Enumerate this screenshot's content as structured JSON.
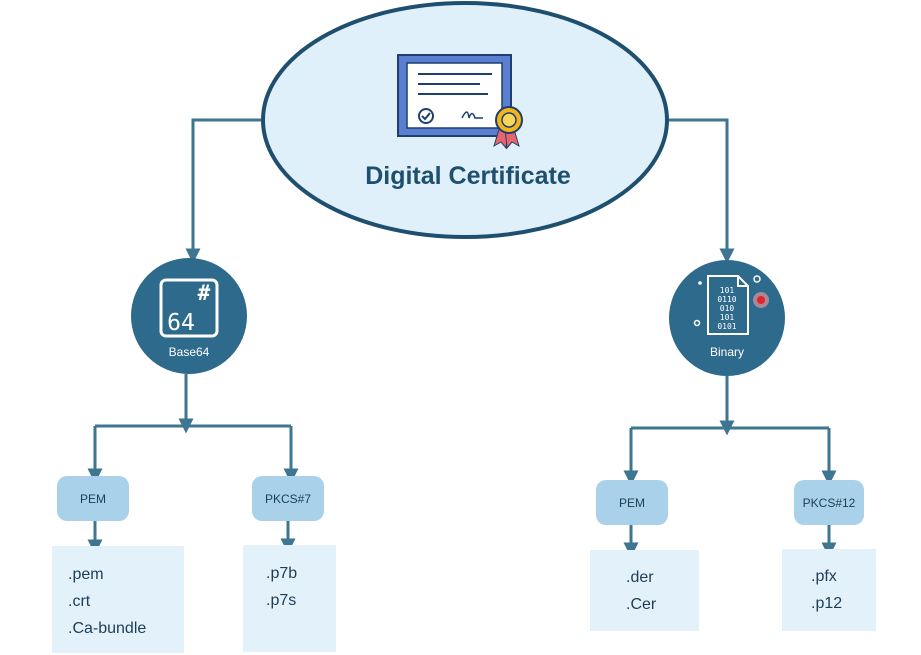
{
  "root": {
    "title": "Digital Certificate"
  },
  "branches": {
    "base64": {
      "label": "Base64",
      "icon_text": "64",
      "icon_hash": "#",
      "formats": [
        {
          "label": "PEM",
          "extensions": [
            ".pem",
            ".crt",
            ".Ca-bundle"
          ]
        },
        {
          "label": "PKCS#7",
          "extensions": [
            ".p7b",
            ".p7s"
          ]
        }
      ]
    },
    "binary": {
      "label": "Binary",
      "icon_bits": [
        "101",
        "0110",
        "010",
        "101",
        "0101"
      ],
      "formats": [
        {
          "label": "PEM",
          "extensions": [
            ".der",
            ".Cer"
          ]
        },
        {
          "label": "PKCS#12",
          "extensions": [
            ".pfx",
            ".p12"
          ]
        }
      ]
    }
  },
  "colors": {
    "connector": "#3e7591",
    "oval_fill": "#dff0fa",
    "oval_stroke": "#1f4f6e",
    "circle_fill": "#2e6a8c",
    "pill_fill": "#a9d1ea",
    "ext_box_fill": "#e3f1fb",
    "cert_fill": "#5b7fd0",
    "seal_fill": "#f3b51b",
    "ribbon_fill": "#e8666b"
  },
  "icons": {
    "certificate": "certificate-icon",
    "base64": "base64-icon",
    "binary": "binary-file-icon"
  }
}
